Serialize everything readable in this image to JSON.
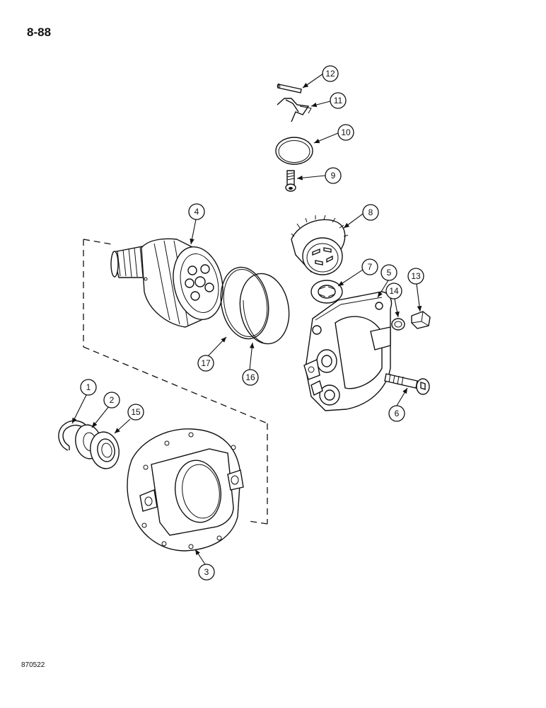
{
  "page_number": "8-88",
  "figure_code": "870522",
  "callouts": {
    "c1": "1",
    "c2": "2",
    "c3": "3",
    "c4": "4",
    "c5": "5",
    "c6": "6",
    "c7": "7",
    "c8": "8",
    "c9": "9",
    "c10": "10",
    "c11": "11",
    "c12": "12",
    "c13": "13",
    "c14": "14",
    "c15": "15",
    "c16": "16",
    "c17": "17"
  }
}
